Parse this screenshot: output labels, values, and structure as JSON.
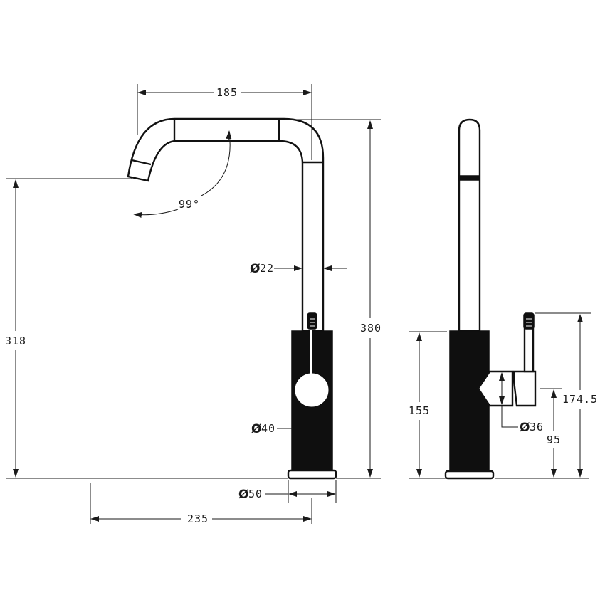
{
  "colors": {
    "line": "#1a1a1a",
    "body": "#0f0f0f",
    "background": "#ffffff"
  },
  "diameter_symbol": "Ø",
  "front_view": {
    "spout_width": "185",
    "spout_angle": "99°",
    "spout_tube_diameter": "22",
    "outlet_height": "318",
    "overall_height": "380",
    "body_diameter": "40",
    "base_diameter": "50",
    "reach": "235"
  },
  "side_view": {
    "body_height": "155",
    "handle_diameter": "36",
    "handle_height": "95",
    "lever_height": "174.5"
  }
}
